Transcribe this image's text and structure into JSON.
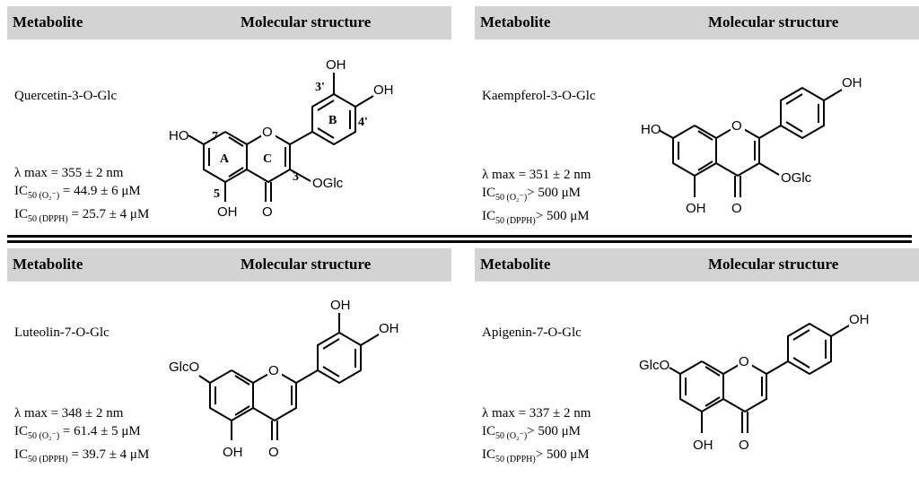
{
  "header": {
    "metabolite": "Metabolite",
    "structure": "Molecular structure"
  },
  "panels": [
    {
      "name": "Quercetin-3-O-Glc",
      "lambda": "λ max = 355 ± 2 nm",
      "ic_o2": "44.9 ± 6 μM",
      "ic_dpph": "25.7 ± 4 μM",
      "o2_sep": " = ",
      "dpph_sep": " = ",
      "struct": {
        "ho_left": "HO",
        "oh_5": "OH",
        "oh_top": "OH",
        "oh_right": "OH",
        "oglc": "OGlc",
        "keto": "O",
        "ring_o": "O",
        "pos7": "7",
        "pos5": "5",
        "pos3": "3",
        "pos3p": "3'",
        "pos4p": "4'",
        "ringA": "A",
        "ringB": "B",
        "ringC": "C"
      }
    },
    {
      "name": "Kaempferol-3-O-Glc",
      "lambda": "λ max = 351 ± 2 nm",
      "ic_o2": "> 500 μM",
      "ic_dpph": "> 500 μM",
      "o2_sep": "",
      "dpph_sep": "",
      "struct": {
        "ho_left": "HO",
        "oh_5": "OH",
        "oh_right": "OH",
        "oglc": "OGlc",
        "keto": "O",
        "ring_o": "O"
      }
    },
    {
      "name": "Luteolin-7-O-Glc",
      "lambda": "λ max = 348 ± 2 nm",
      "ic_o2": "61.4 ± 5 μM",
      "ic_dpph": "39.7 ± 4 μM",
      "o2_sep": " = ",
      "dpph_sep": " = ",
      "struct": {
        "glco": "GlcO",
        "oh_5": "OH",
        "oh_top": "OH",
        "oh_right": "OH",
        "keto": "O",
        "ring_o": "O"
      }
    },
    {
      "name": "Apigenin-7-O-Glc",
      "lambda": "λ max = 337 ± 2 nm",
      "ic_o2": "> 500 μM",
      "ic_dpph": "> 500 μM",
      "o2_sep": "",
      "dpph_sep": "",
      "struct": {
        "glco": "GlcO",
        "oh_5": "OH",
        "oh_right": "OH",
        "keto": "O",
        "ring_o": "O"
      }
    }
  ],
  "ic_label": {
    "ic": "IC",
    "sub50": "50",
    "o2": " (O₂⁻)",
    "dpph": " (DPPH)"
  }
}
